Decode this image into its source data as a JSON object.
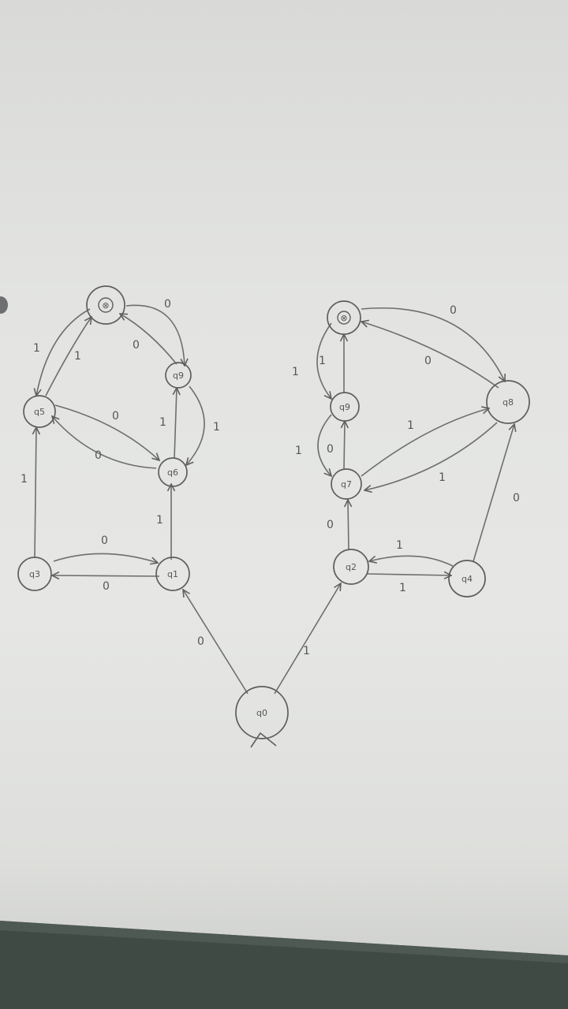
{
  "diagram": {
    "nodes": [
      {
        "id": "q0",
        "label": "q0"
      },
      {
        "id": "q1",
        "label": "q1"
      },
      {
        "id": "q3",
        "label": "q3"
      },
      {
        "id": "q5",
        "label": "q5"
      },
      {
        "id": "q6",
        "label": "q6"
      },
      {
        "id": "q9a",
        "label": "q9"
      },
      {
        "id": "f_top",
        "label": "⊗"
      },
      {
        "id": "q2",
        "label": "q2"
      },
      {
        "id": "q4",
        "label": "q4"
      },
      {
        "id": "q7",
        "label": "q7"
      },
      {
        "id": "q9b",
        "label": "q9"
      },
      {
        "id": "q8",
        "label": "q8"
      },
      {
        "id": "f_bottom",
        "label": "⊗"
      }
    ],
    "edge_labels": {
      "q0_q1": "0",
      "q0_q2": "1",
      "q1_q3": "0",
      "q3_q1": "0",
      "q3_q5": "1",
      "q1_q6": "1",
      "q6_q5": "0",
      "q5_q6": "0",
      "q6_q9a": "1",
      "q9a_q6": "1",
      "q9a_ftop": "0",
      "ftop_q9a": "0",
      "q5_ftop": "1",
      "ftop_q5": "1",
      "q2_q4": "1",
      "q4_q2": "1",
      "q2_q7": "0",
      "q7_q9b": "0",
      "q9b_fbot": "1",
      "fbot_q9b": "1",
      "q7_q8": "1",
      "q8_q7": "1",
      "q8_fbot": "0",
      "fbot_q8": "0",
      "q4_q8": "0"
    }
  }
}
